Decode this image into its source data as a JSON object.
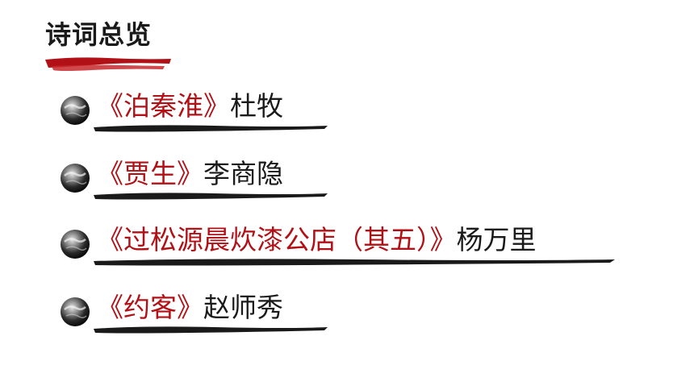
{
  "heading": {
    "title": "诗词总览"
  },
  "colors": {
    "accent": "#b11116",
    "ink": "#1a1a1a"
  },
  "poems": [
    {
      "title": "《泊秦淮》",
      "author": "杜牧"
    },
    {
      "title": "《贾生》",
      "author": "李商隐"
    },
    {
      "title": "《过松源晨炊漆公店（其五）》",
      "author": "杨万里"
    },
    {
      "title": "《约客》",
      "author": "赵师秀"
    }
  ]
}
